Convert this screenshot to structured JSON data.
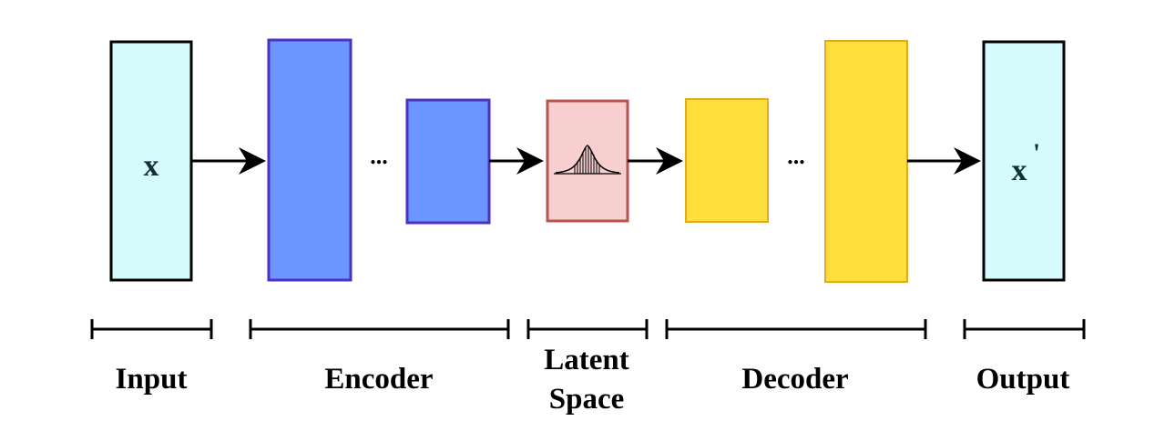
{
  "nodes": {
    "input_symbol": "x",
    "output_symbol": "x",
    "output_prime": "'",
    "encoder_ellipsis": "...",
    "decoder_ellipsis": "..."
  },
  "labels": {
    "input": "Input",
    "encoder": "Encoder",
    "latent_line1": "Latent",
    "latent_line2": "Space",
    "decoder": "Decoder",
    "output": "Output"
  },
  "colors": {
    "input_fill": "#d5fbfd",
    "encoder_fill": "#6b96ff",
    "encoder_stroke": "#4d2fc4",
    "latent_fill": "#f8cfcf",
    "latent_stroke": "#b85450",
    "decoder_fill": "#ffdf3a",
    "decoder_stroke": "#e8a81c",
    "line": "#000000"
  },
  "icons": {
    "latent": "gaussian-distribution-icon"
  }
}
